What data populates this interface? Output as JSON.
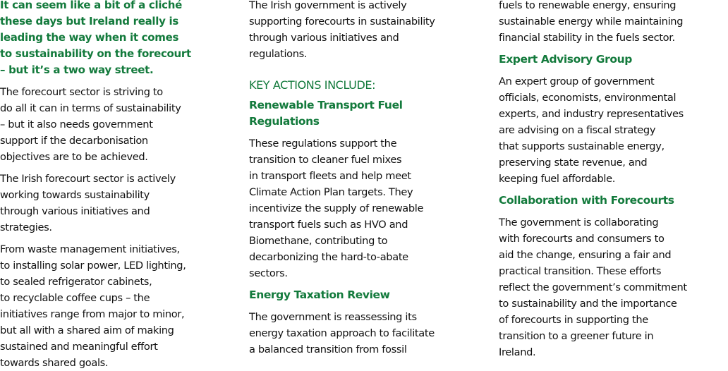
{
  "colors": {
    "accent_green": "#137a3c",
    "body_text": "#111111",
    "background": "#ffffff"
  },
  "column1": {
    "intro": "It can seem like a bit of a cliché\nthese days but Ireland  really is\nleading the way when it comes\nto sustainability on the forecourt\n– but it’s a two way street.",
    "paragraphs": [
      "The forecourt sector is striving to\ndo all it can in terms of sustainability\n– but it also needs government\nsupport if the decarbonisation\nobjectives are to be achieved.",
      "The Irish forecourt sector is actively\nworking towards sustainability\nthrough various initiatives and\nstrategies.",
      "From waste management initiatives,\nto installing solar power, LED lighting,\nto sealed refrigerator cabinets,\nto recyclable coffee cups – the\ninitiatives range from major to minor,\nbut all with a shared aim of making\nsustained and meaningful effort\ntowards shared goals."
    ]
  },
  "column2": {
    "lead": "The Irish government is actively\nsupporting forecourts in sustainability\nthrough various initiatives and\nregulations.",
    "kicker": "KEY ACTIONS INCLUDE:",
    "sections": [
      {
        "heading": "Renewable Transport Fuel\nRegulations",
        "body": "These regulations support the\ntransition to cleaner fuel mixes\nin transport fleets and help meet\nClimate Action Plan targets. They\nincentivize the supply of renewable\ntransport fuels such as HVO and\nBiomethane, contributing to\ndecarbonizing the hard-to-abate\nsectors."
      },
      {
        "heading": "Energy Taxation Review",
        "body": "The government is reassessing its\nenergy taxation approach to facilitate\na balanced transition from fossil"
      }
    ]
  },
  "column3": {
    "continuation": "fuels to renewable energy, ensuring\nsustainable energy while maintaining\nfinancial stability in the fuels sector.",
    "sections": [
      {
        "heading": "Expert Advisory Group",
        "body": "An expert group of government\nofficials, economists, environmental\nexperts, and industry representatives\nare advising on a fiscal strategy\nthat supports sustainable energy,\npreserving state revenue, and\nkeeping fuel affordable."
      },
      {
        "heading": "Collaboration with Forecourts",
        "body": "The government is collaborating\nwith forecourts and consumers to\naid the change, ensuring a fair and\npractical transition. These efforts\nreflect the government’s commitment\nto sustainability and the importance\nof forecourts in supporting the\ntransition to a greener future in\nIreland."
      }
    ]
  }
}
